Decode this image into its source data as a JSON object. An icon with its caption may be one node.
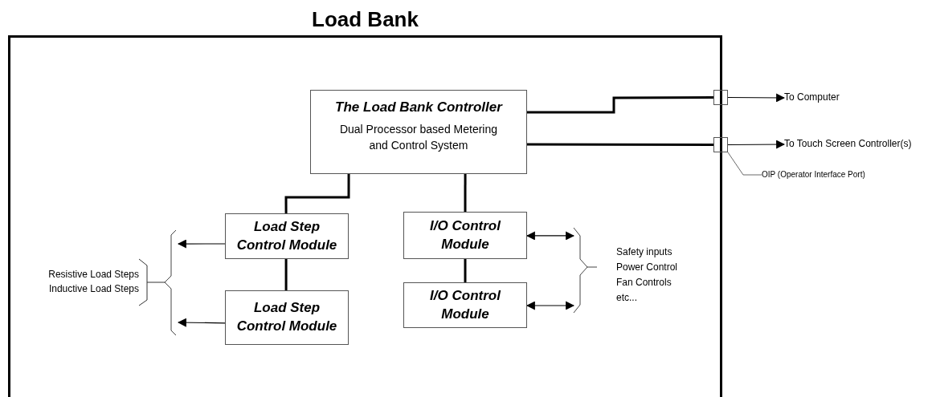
{
  "diagram": {
    "nodes": [
      {
        "text": [
          "Load Bank"
        ]
      },
      {
        "text": [
          "The Load Bank Controller",
          "Dual Processor based Metering and Control System"
        ],
        "in": 0
      },
      {
        "text": [
          "Load Step Control Module"
        ],
        "in": 0
      },
      {
        "text": [
          "Load Step Control Module"
        ],
        "in": 0
      },
      {
        "text": [
          "I/O Control Module"
        ],
        "in": 0
      },
      {
        "text": [
          "I/O Control Module"
        ],
        "in": 0
      },
      {
        "text": [],
        "shape": "box"
      },
      {
        "text": [],
        "shape": "box"
      },
      {
        "text": [
          "To Computer"
        ]
      },
      {
        "text": [
          "To Touch Screen Controller(s)"
        ]
      },
      {
        "text": [
          "OIP (Operator Interface Port)"
        ]
      },
      {
        "text": [],
        "shape": "bracket",
        "in": 0
      },
      {
        "text": [],
        "shape": "bracket",
        "in": 0
      }
    ],
    "edges": [
      {
        "from": 1,
        "to": 6,
        "arrow": "none",
        "style": "thick"
      },
      {
        "from": 1,
        "to": 7,
        "arrow": "none",
        "style": "thick"
      },
      {
        "from": 6,
        "to": 8,
        "arrow": "to"
      },
      {
        "from": 7,
        "to": 9,
        "arrow": "to"
      },
      {
        "from": 10,
        "to": 7,
        "arrow": "none"
      },
      {
        "from": 1,
        "to": 2,
        "arrow": "none",
        "style": "thick"
      },
      {
        "from": 1,
        "to": 4,
        "arrow": "none",
        "style": "thick"
      },
      {
        "from": 2,
        "to": 3,
        "arrow": "none",
        "style": "thick"
      },
      {
        "from": 4,
        "to": 5,
        "arrow": "none",
        "style": "thick"
      },
      {
        "from": 2,
        "to": 11,
        "arrow": "to"
      },
      {
        "from": 3,
        "to": 11,
        "arrow": "to"
      },
      {
        "from": 4,
        "to": 12,
        "arrow": "both"
      },
      {
        "from": 5,
        "to": 12,
        "arrow": "both"
      }
    ],
    "labels": [
      "Resistive Load Steps",
      "Inductive Load Steps",
      "Safety inputs",
      "Power Control",
      "Fan Controls",
      "etc..."
    ]
  }
}
